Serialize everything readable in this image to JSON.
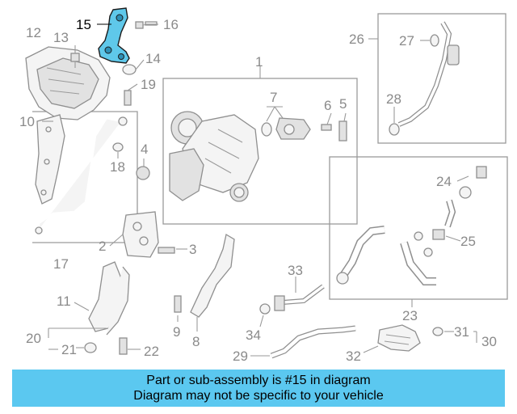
{
  "diagram": {
    "highlighted_part": "15",
    "callouts": {
      "c1": "1",
      "c2": "2",
      "c3": "3",
      "c4": "4",
      "c5": "5",
      "c6": "6",
      "c7": "7",
      "c8": "8",
      "c9": "9",
      "c10": "10",
      "c11": "11",
      "c12": "12",
      "c13": "13",
      "c14": "14",
      "c15": "15",
      "c16": "16",
      "c17": "17",
      "c18": "18",
      "c19": "19",
      "c20": "20",
      "c21": "21",
      "c22": "22",
      "c23": "23",
      "c24": "24",
      "c25": "25",
      "c26": "26",
      "c27": "27",
      "c28": "28",
      "c29": "29",
      "c30": "30",
      "c31": "31",
      "c32": "32",
      "c33": "33",
      "c34": "34"
    },
    "colors": {
      "highlight": "#5fc8ea",
      "banner": "#5bc8f0",
      "lines": "#9a9a9a"
    }
  },
  "banner": {
    "line1": "Part or sub-assembly is #15 in diagram",
    "line2": "Diagram may not be specific to your vehicle"
  }
}
